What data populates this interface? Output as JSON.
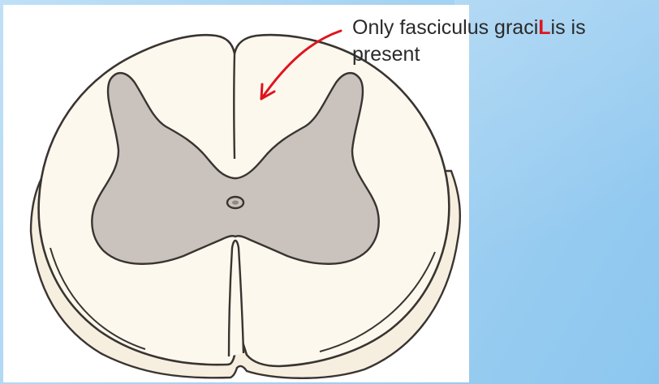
{
  "annotation": {
    "text_before": "Only fasciculus graci",
    "highlight": "L",
    "text_after": "is is",
    "line2": "present",
    "highlight_color": "#e0141e"
  },
  "colors": {
    "white_matter": "#fcf8ee",
    "gray_matter": "#c9c2bd",
    "outline": "#3a3431",
    "arrow": "#e0141e",
    "background": "#a6d3f2"
  }
}
